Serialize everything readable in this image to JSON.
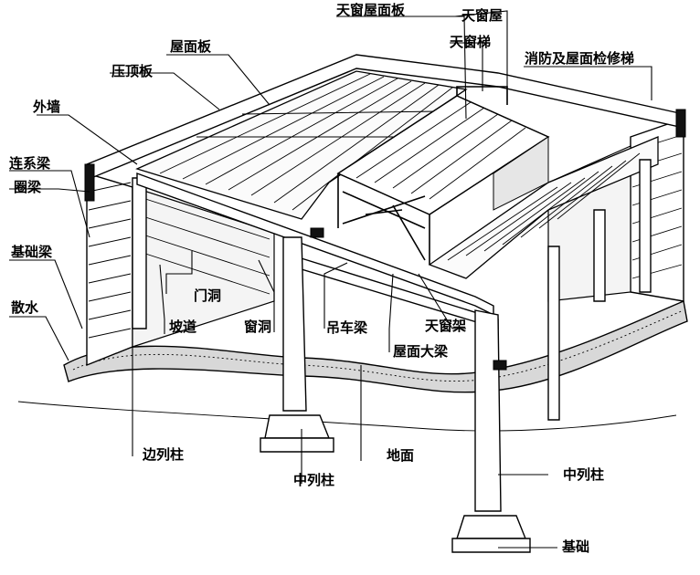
{
  "labels": {
    "tianchuang_wumianban": "天窗屋面板",
    "tianchuangwu": "天窗屋",
    "wumianban": "屋面板",
    "tianchuangti": "天窗梯",
    "yadingban": "压顶板",
    "xiaofang_ti": "消防及屋面检修梯",
    "waiqiang": "外墙",
    "lianxiliang": "连系梁",
    "quanliang": "圈梁",
    "jichuliang": "基础梁",
    "menkong": "门洞",
    "sanshui": "散水",
    "podao": "坡道",
    "chuangdong": "窗洞",
    "diaocheliang": "吊车梁",
    "tianchuangjia": "天窗架",
    "wumian_daliang": "屋面大梁",
    "bianliezhu": "边列柱",
    "dimian": "地面",
    "zhongliezhu_left": "中列柱",
    "zhongliezhu_right": "中列柱",
    "jichu": "基础"
  }
}
